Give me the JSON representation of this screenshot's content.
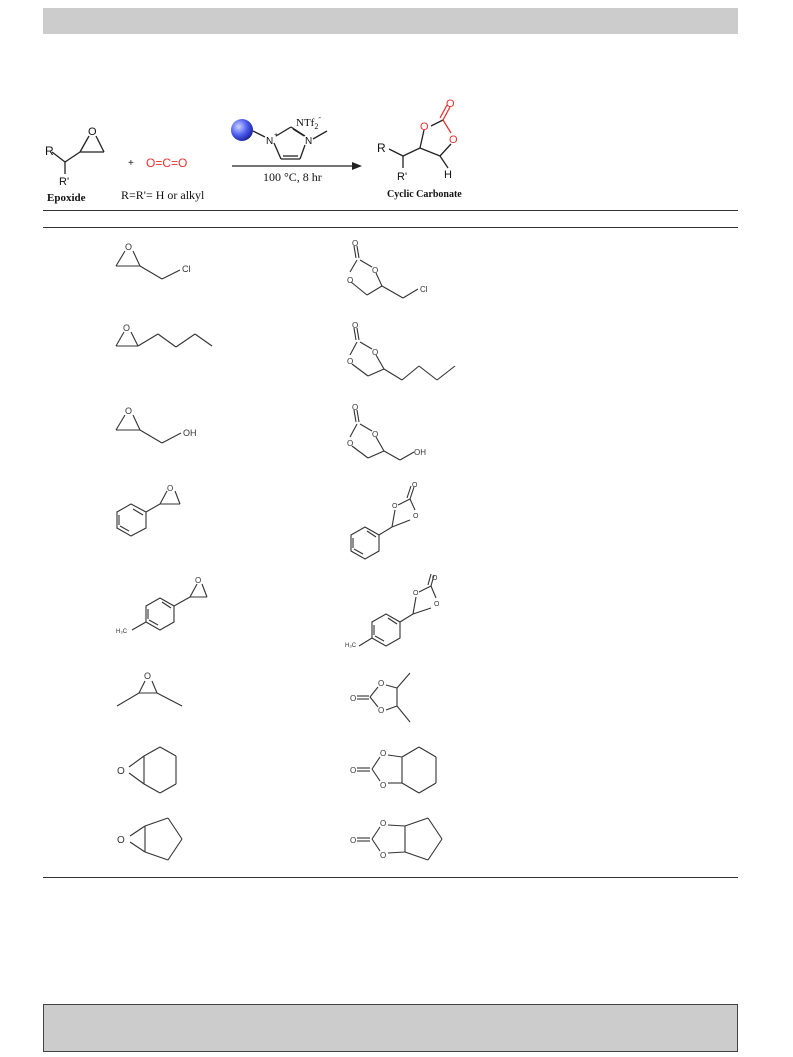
{
  "scheme": {
    "epoxide_label": "Epoxide",
    "r_definition": "R=R'= H or alkyl",
    "conditions": "100 °C, 8 hr",
    "product_label": "Cyclic Carbonate",
    "co2": "O=C=O",
    "plus": "+",
    "counterion": "NTf",
    "counterion_sub": "2",
    "counterion_sup": "-",
    "atom_R": "R",
    "atom_R_prime": "R'",
    "atom_O": "O",
    "atom_N": "N",
    "atom_N_plus": "+",
    "atom_H": "H"
  },
  "table": {
    "rows": [
      {
        "epoxide_sub": "Cl",
        "carbonate_sub": "Cl"
      },
      {
        "epoxide_sub": "",
        "carbonate_sub": ""
      },
      {
        "epoxide_sub": "OH",
        "carbonate_sub": "OH"
      },
      {
        "epoxide_sub": "",
        "carbonate_sub": ""
      },
      {
        "epoxide_sub": "H₃C",
        "carbonate_sub": "H₃C"
      },
      {
        "epoxide_sub": "",
        "carbonate_sub": ""
      },
      {
        "epoxide_sub": "",
        "carbonate_sub": ""
      },
      {
        "epoxide_sub": "",
        "carbonate_sub": ""
      }
    ]
  },
  "colors": {
    "accent_red": "#e8322e",
    "bar_gray": "#cccccc"
  }
}
